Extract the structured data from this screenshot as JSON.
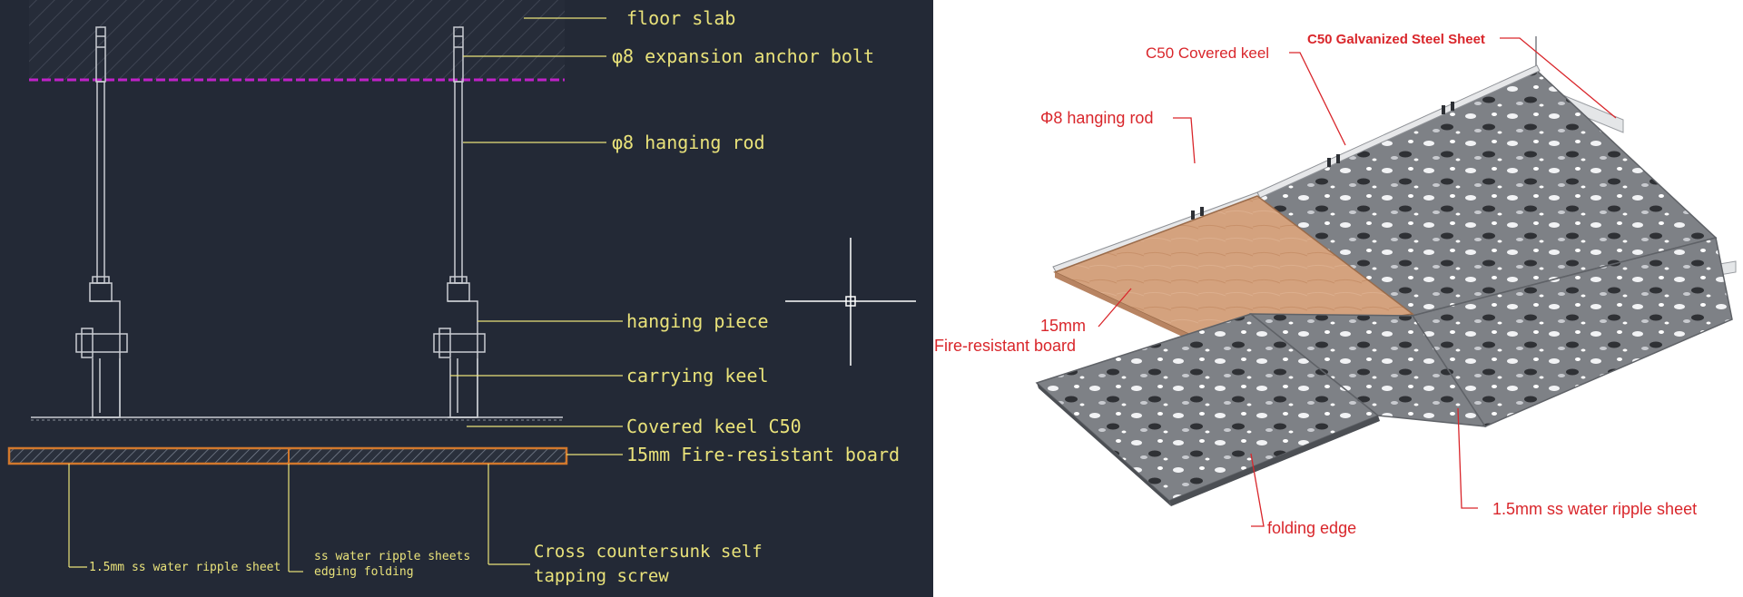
{
  "cad_panel": {
    "labels": {
      "floor_slab": "floor slab",
      "anchor_bolt": "φ8 expansion anchor bolt",
      "hanging_rod": "φ8 hanging rod",
      "hanging_piece": "hanging  piece",
      "carrying_keel": "carrying keel",
      "covered_keel": "Covered keel C50",
      "fire_board": "15mm Fire-resistant board",
      "ripple_sheet": "1.5mm ss water ripple sheet",
      "edging_line1": "ss water ripple sheets",
      "edging_line2": "edging folding",
      "screw_line1": "Cross countersunk self",
      "screw_line2": "tapping screw"
    },
    "colors": {
      "background": "#232936",
      "label": "#e9e27a",
      "slab_edge": "#c021c8",
      "board": "#d2782c",
      "linework": "#c9ccd2",
      "crosshair": "#ffffff"
    }
  },
  "iso_panel": {
    "labels": {
      "c50_keel": "C50   Covered keel",
      "steel_sheet": "C50 Galvanized Steel Sheet",
      "hanging_rod": "Φ8 hanging rod",
      "board_line1": "15mm",
      "board_line2": "Fire-resistant board",
      "folding_edge": "folding edge",
      "ripple_sheet": "1.5mm ss water ripple sheet"
    },
    "colors": {
      "label": "#d9262b",
      "board": "#d4a27e",
      "panel": "#8a8c90",
      "keel": "#d8dadc"
    }
  }
}
